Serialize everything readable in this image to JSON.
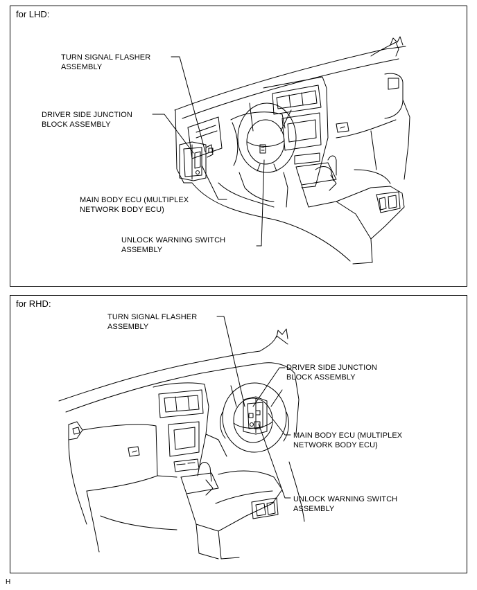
{
  "lhd": {
    "title": "for LHD:",
    "labels": {
      "turn_signal": [
        "TURN SIGNAL FLASHER",
        "ASSEMBLY"
      ],
      "junction_block": [
        "DRIVER SIDE JUNCTION",
        "BLOCK ASSEMBLY"
      ],
      "main_ecu": [
        "MAIN BODY ECU (MULTIPLEX",
        "NETWORK BODY ECU)"
      ],
      "unlock_switch": [
        "UNLOCK WARNING SWITCH",
        "ASSEMBLY"
      ]
    }
  },
  "rhd": {
    "title": "for RHD:",
    "labels": {
      "turn_signal": [
        "TURN SIGNAL FLASHER",
        "ASSEMBLY"
      ],
      "junction_block": [
        "DRIVER SIDE JUNCTION",
        "BLOCK ASSEMBLY"
      ],
      "main_ecu": [
        "MAIN BODY ECU (MULTIPLEX",
        "NETWORK BODY ECU)"
      ],
      "unlock_switch": [
        "UNLOCK WARNING SWITCH",
        "ASSEMBLY"
      ]
    }
  },
  "footer": {
    "code": "H"
  }
}
